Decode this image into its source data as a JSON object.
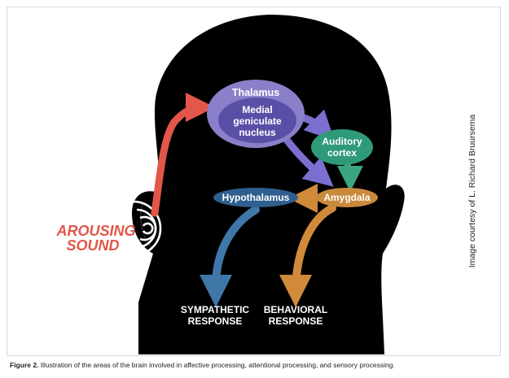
{
  "diagram": {
    "nodes": {
      "thalamus": "Thalamus",
      "mgn": [
        "Medial",
        "geniculate",
        "nucleus"
      ],
      "auditory": [
        "Auditory",
        "cortex"
      ],
      "amygdala": "Amygdala",
      "hypothalamus": "Hypothalamus"
    },
    "stimulus": [
      "AROUSING",
      "SOUND"
    ],
    "responses": {
      "sympathetic": [
        "SYMPATHETIC",
        "RESPONSE"
      ],
      "behavioral": [
        "BEHAVIORAL",
        "RESPONSE"
      ]
    },
    "colors": {
      "head": "#000000",
      "thalamus": "#8a7fc9",
      "mgn": "#5a4fa6",
      "auditory": "#2f9a7a",
      "amygdala": "#c98a3c",
      "hypothalamus": "#2f5f8f",
      "red_arrow": "#e2574a",
      "purple_arrow": "#7b6fd0",
      "green_arrow": "#3aa57f",
      "orange_arrow": "#d08a3a",
      "blue_arrow": "#3f77a9"
    }
  },
  "credit": "Image courtesy of L. Richard Bruursema",
  "caption": {
    "label": "Figure 2.",
    "text": " Illustration of the areas of the brain involved in affective processing, attentional processing, and sensory processing."
  }
}
